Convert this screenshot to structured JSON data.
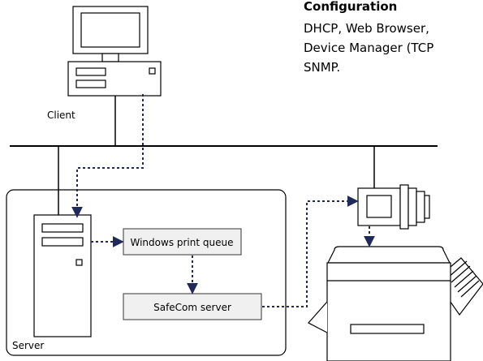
{
  "config": {
    "heading": "Configuration",
    "lines": [
      "DHCP, Web Browser,",
      "Device Manager (TCP",
      "SNMP."
    ]
  },
  "labels": {
    "client": "Client",
    "server": "Server",
    "print_queue": "Windows print queue",
    "safecom_server": "SafeCom server"
  },
  "colors": {
    "line": "#000000",
    "dotted_link": "#1f2a5a",
    "box_fill": "#f0f0f0",
    "box_stroke": "#333333"
  }
}
